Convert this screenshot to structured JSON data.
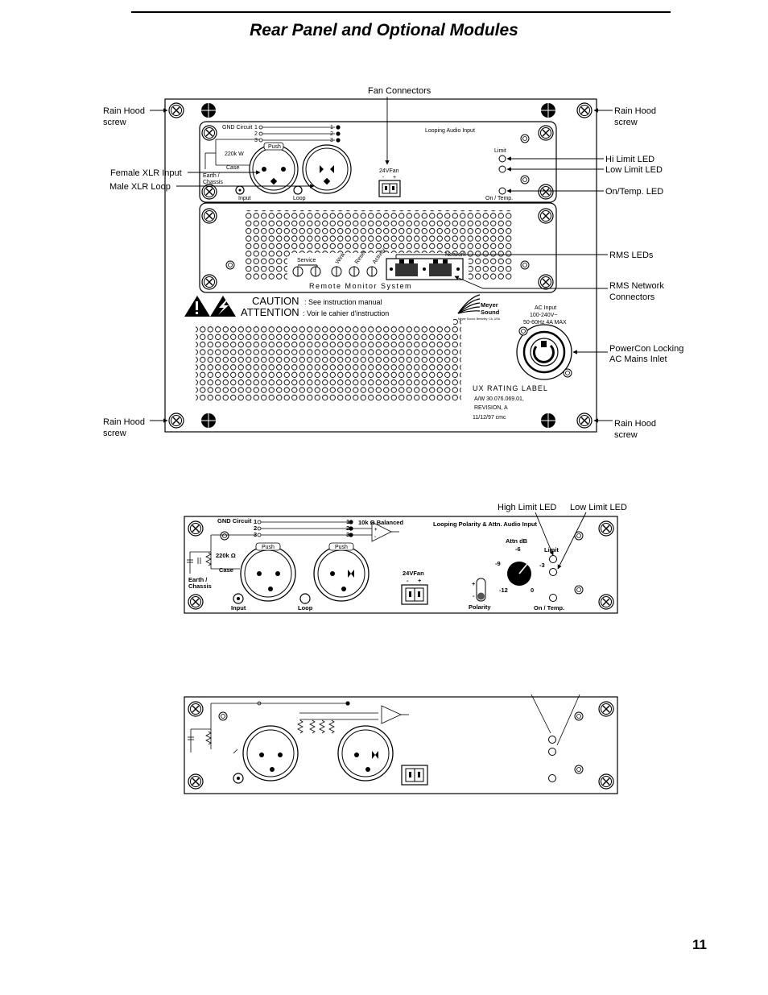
{
  "page": {
    "title": "Rear Panel and Optional Modules",
    "number": "11"
  },
  "callouts": {
    "fan_connectors": "Fan Connectors",
    "rain_hood_1": "Rain Hood",
    "rain_hood_1b": "screw",
    "rain_hood_2": "Rain Hood",
    "rain_hood_2b": "screw",
    "rain_hood_3": "Rain Hood",
    "rain_hood_3b": "screw",
    "rain_hood_4": "Rain Hood",
    "rain_hood_4b": "screw",
    "female_xlr": "Female XLR Input",
    "male_xlr": "Male XLR Loop",
    "hi_limit": "Hi Limit LED",
    "low_limit": "Low Limit LED",
    "on_temp": "On/Temp. LED",
    "rms_leds": "RMS LEDs",
    "rms_net_1": "RMS Network",
    "rms_net_2": "Connectors",
    "powercon_1": "PowerCon Locking",
    "powercon_2": "AC Mains Inlet",
    "high_limit_led": "High Limit LED",
    "low_limit_led": "Low Limit LED"
  },
  "panel1": {
    "gnd_circuit": "GND Circuit",
    "pin1": "1",
    "pin2": "2",
    "pin3": "3",
    "r_220k": "220k W",
    "case": "Case",
    "earth": "Earth /",
    "chassis": "Chassis",
    "push": "Push",
    "input": "Input",
    "loop": "Loop",
    "looping_audio_input": "Looping Audio Input",
    "fan": "24VFan",
    "fan_minus": "-",
    "fan_plus": "+",
    "limit": "Limit",
    "on_temp": "On / Temp.",
    "service": "Service",
    "wink": "Wink",
    "reset": "Reset",
    "activity": "Activity",
    "network": "Network",
    "rms_title": "Remote   Monitor   System",
    "caution": "CAUTION",
    "caution_text": ": See instruction manual",
    "attention": "ATTENTION",
    "attention_text": ": Voir le cahier d'instruction",
    "meyer": "Meyer",
    "sound": "Sound",
    "meyer_small": "Meyer Sound, Berkeley, CA, USA",
    "ac_input": "AC Input",
    "ac_volt": "100-240V~",
    "ac_freq": "50-60Hz  4A MAX",
    "ux_label": "UX RATING LABEL",
    "aw": "A/W 30.076.069.01,",
    "revision": "REVISION,  A",
    "date": "11/12/97   cmc"
  },
  "panel2": {
    "gnd_circuit": "GND Circuit",
    "pin1": "1",
    "pin2": "2",
    "pin3": "3",
    "balanced": "10k Ω Balanced",
    "r_220k": "220k Ω",
    "case": "Case",
    "earth": "Earth /",
    "chassis": "Chassis",
    "push": "Push",
    "input": "Input",
    "loop": "Loop",
    "looping_title": "Looping Polarity & Attn. Audio Input",
    "attn_db": "Attn dB",
    "m6": "-6",
    "m9": "-9",
    "m3": "-3",
    "m12": "-12",
    "zero": "0",
    "limit": "Limit",
    "on_temp": "On / Temp.",
    "fan": "24VFan",
    "fan_minus": "-",
    "fan_plus": "+",
    "polarity": "Polarity",
    "pol_plus": "+",
    "pol_minus": "-"
  }
}
